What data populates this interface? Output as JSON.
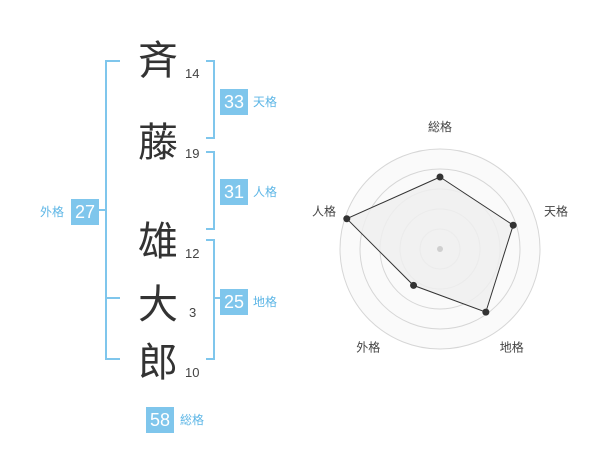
{
  "name": {
    "chars": [
      {
        "char": "斉",
        "strokes": "14"
      },
      {
        "char": "藤",
        "strokes": "19"
      },
      {
        "char": "雄",
        "strokes": "12"
      },
      {
        "char": "大",
        "strokes": "3"
      },
      {
        "char": "郎",
        "strokes": "10"
      }
    ]
  },
  "fortunes": {
    "tenkaku": {
      "value": "33",
      "label": "天格"
    },
    "jinkaku": {
      "value": "31",
      "label": "人格"
    },
    "chikaku": {
      "value": "25",
      "label": "地格"
    },
    "gaikaku": {
      "value": "27",
      "label": "外格"
    },
    "soukaku": {
      "value": "58",
      "label": "総格"
    }
  },
  "colors": {
    "accent": "#7fc6ec",
    "bracket": "#7fc6ec"
  },
  "chart_data": {
    "type": "radar",
    "axes": [
      "総格",
      "天格",
      "地格",
      "外格",
      "人格"
    ],
    "values": [
      0.72,
      0.77,
      0.78,
      0.45,
      0.98
    ],
    "max": 1
  }
}
